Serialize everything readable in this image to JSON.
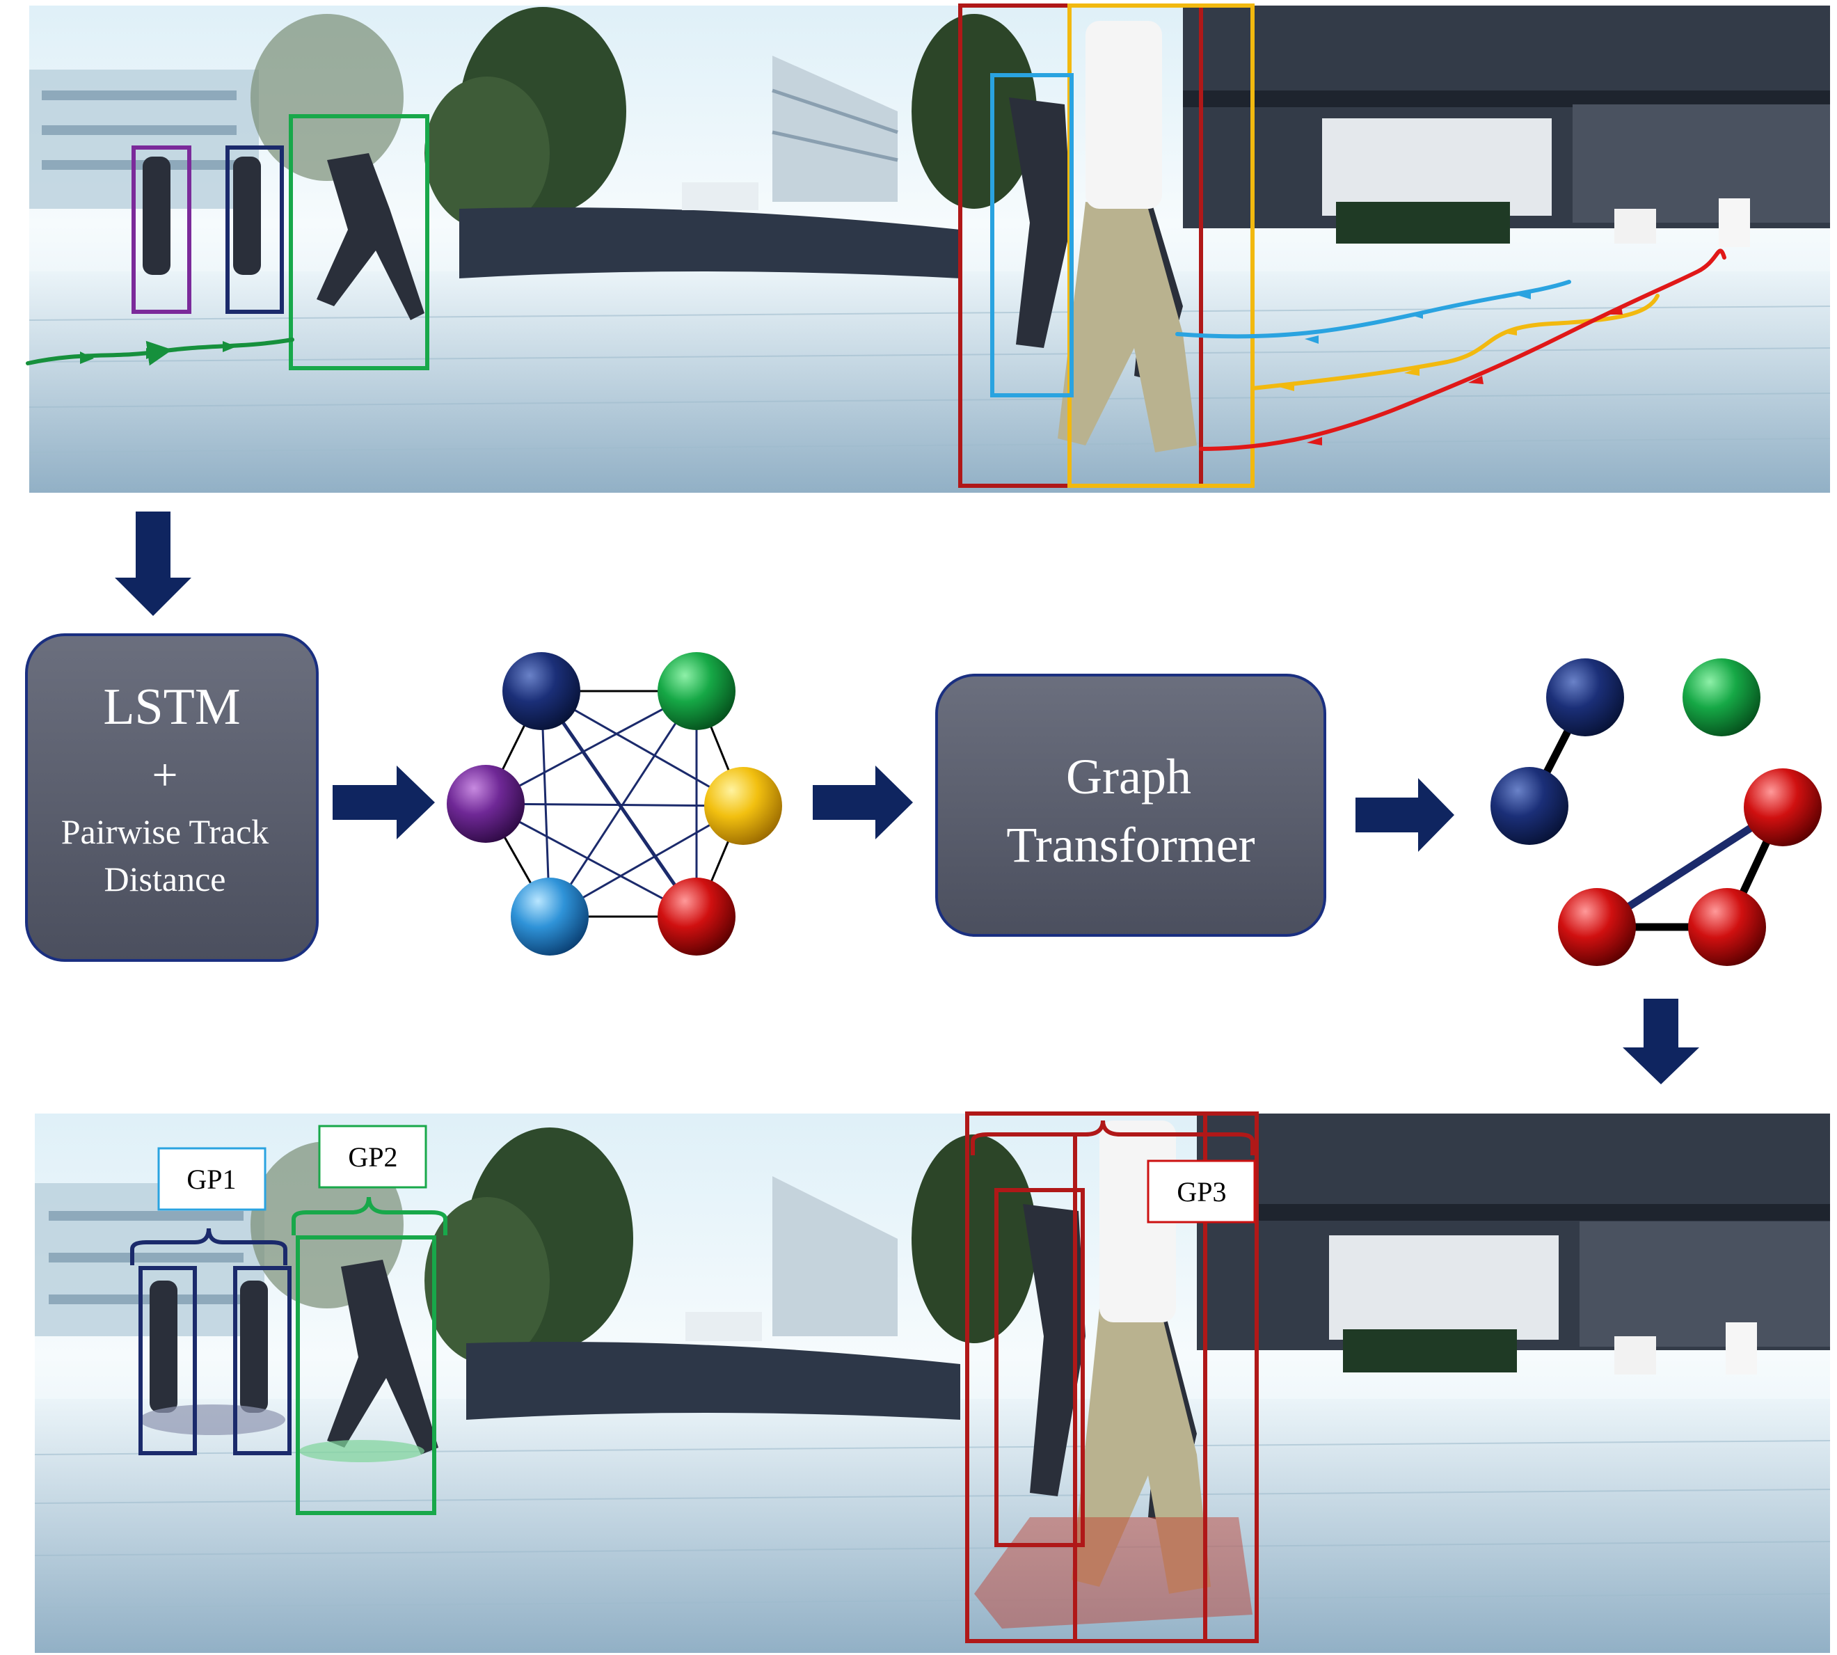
{
  "lstm_box": {
    "line1": "LSTM",
    "line2": "+",
    "line3": "Pairwise Track",
    "line4": "Distance"
  },
  "transformer_box": {
    "line1": "Graph",
    "line2": "Transformer"
  },
  "group_labels": {
    "gp1": "GP1",
    "gp2": "GP2",
    "gp3": "GP3"
  },
  "colors": {
    "purple": "#7b2a9a",
    "navy": "#1b2a6b",
    "green": "#18a84a",
    "blue": "#2aa3e0",
    "yellow": "#f2b90f",
    "red": "#cc1111",
    "dark_red": "#b01818",
    "arrow": "#0f2560",
    "box_fill": "#5b5f6e"
  }
}
